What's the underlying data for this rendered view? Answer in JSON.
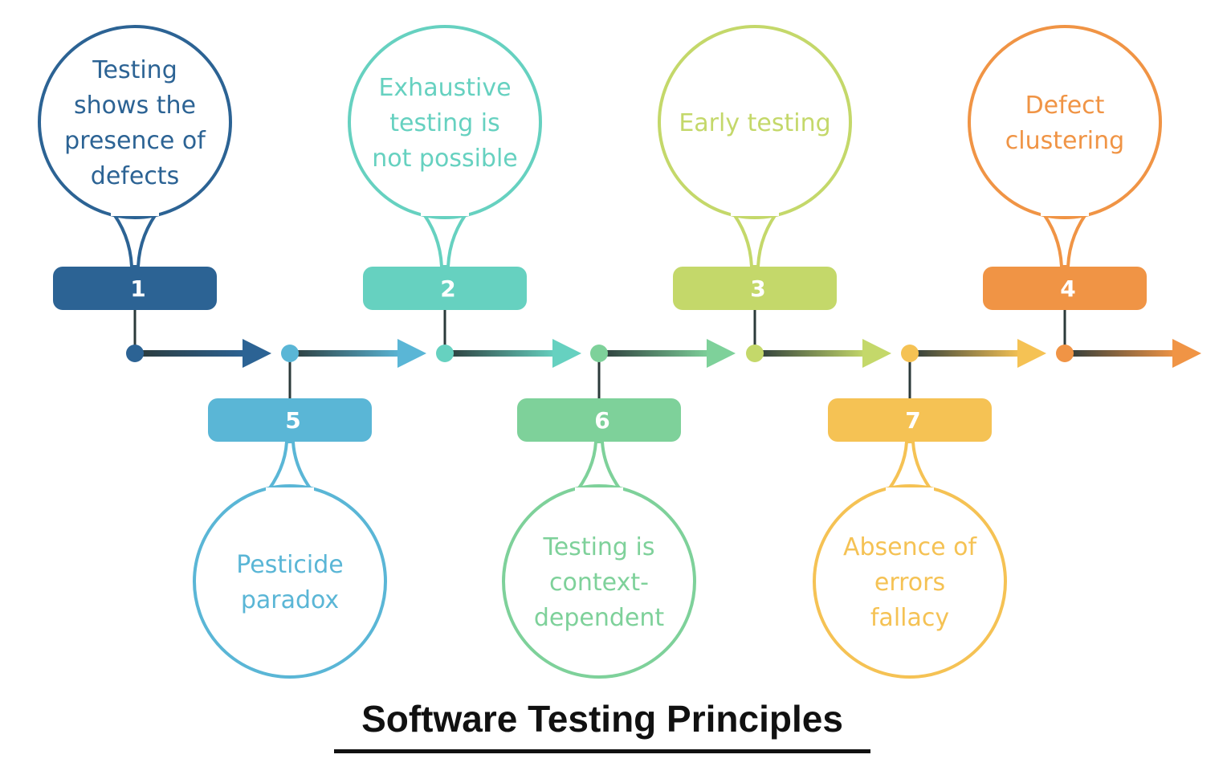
{
  "title": "Software Testing Principles",
  "principles": [
    {
      "number": "1",
      "lines": [
        "Testing",
        "shows the",
        "presence of",
        "defects"
      ],
      "color": "#2c6394",
      "side": "top"
    },
    {
      "number": "2",
      "lines": [
        "Exhaustive",
        "testing is",
        "not possible"
      ],
      "color": "#66d1c0",
      "side": "top"
    },
    {
      "number": "3",
      "lines": [
        "Early testing"
      ],
      "color": "#c4d86a",
      "side": "top"
    },
    {
      "number": "4",
      "lines": [
        "Defect",
        "clustering"
      ],
      "color": "#f09445",
      "side": "top"
    },
    {
      "number": "5",
      "lines": [
        "Pesticide",
        "paradox"
      ],
      "color": "#5ab6d6",
      "side": "bottom"
    },
    {
      "number": "6",
      "lines": [
        "Testing is",
        "context-",
        "dependent"
      ],
      "color": "#7ed19a",
      "side": "bottom"
    },
    {
      "number": "7",
      "lines": [
        "Absence of",
        "errors",
        "fallacy"
      ],
      "color": "#f5c254",
      "side": "bottom"
    }
  ],
  "arrow_colors": [
    "#2c6394",
    "#5ab6d6",
    "#66d1c0",
    "#7ed19a",
    "#c4d86a",
    "#f5c254",
    "#f09445"
  ]
}
